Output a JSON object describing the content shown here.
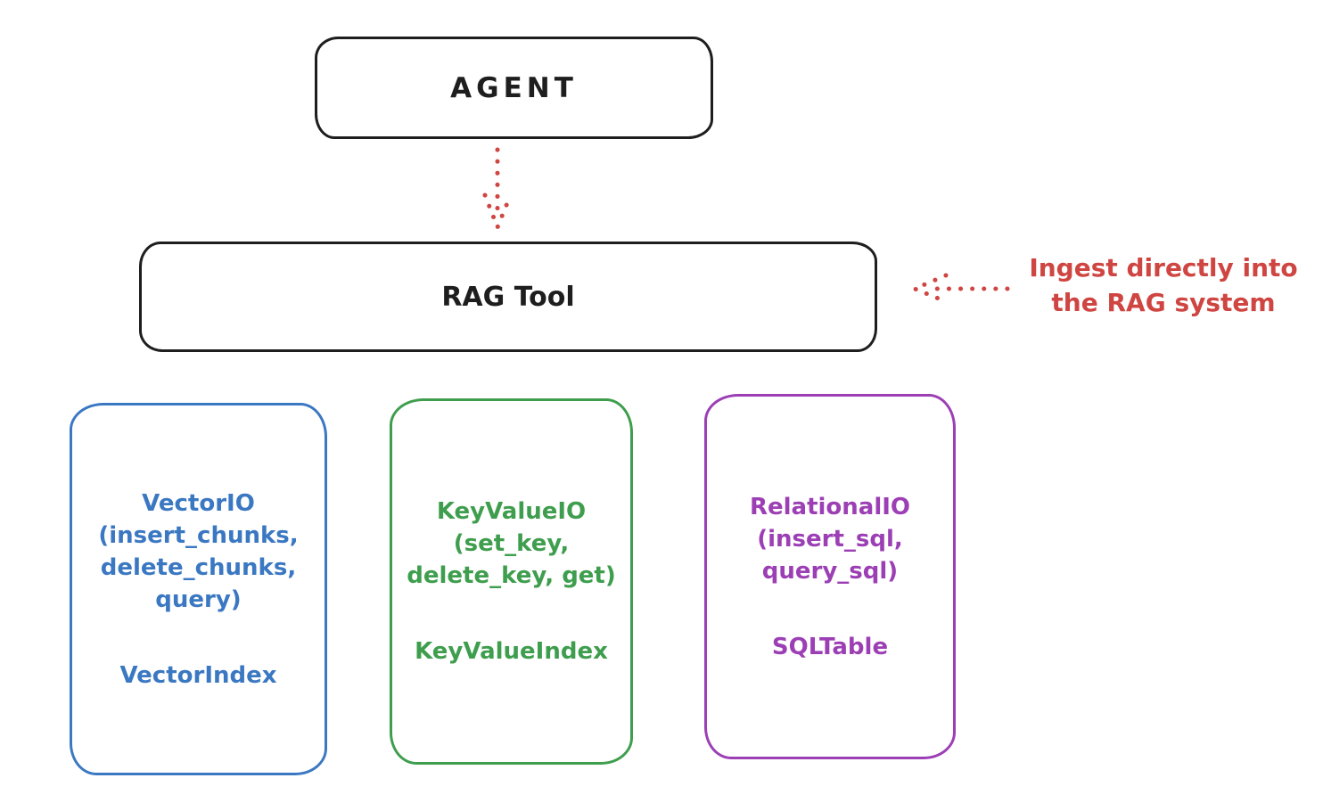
{
  "diagram": {
    "agent_box": {
      "label": "AGENT"
    },
    "rag_tool_box": {
      "label": "RAG Tool"
    },
    "annotation": {
      "line1": "Ingest directly into",
      "line2": "the RAG system"
    },
    "io_boxes": [
      {
        "id": "vector-io",
        "color": "#3b78c2",
        "lines": [
          "VectorIO",
          "(insert_chunks,",
          "delete_chunks,",
          "query)"
        ],
        "index_label": "VectorIndex"
      },
      {
        "id": "keyvalue-io",
        "color": "#3f9e4e",
        "lines": [
          "KeyValueIO",
          "(set_key,",
          "delete_key, get)"
        ],
        "index_label": "KeyValueIndex"
      },
      {
        "id": "relational-io",
        "color": "#9c3fb5",
        "lines": [
          "RelationalIO",
          "(insert_sql,",
          "query_sql)"
        ],
        "index_label": "SQLTable"
      }
    ],
    "colors": {
      "ink": "#1e1e1e",
      "red": "#cf4541",
      "blue": "#3b78c2",
      "green": "#3f9e4e",
      "purple": "#9c3fb5"
    }
  }
}
